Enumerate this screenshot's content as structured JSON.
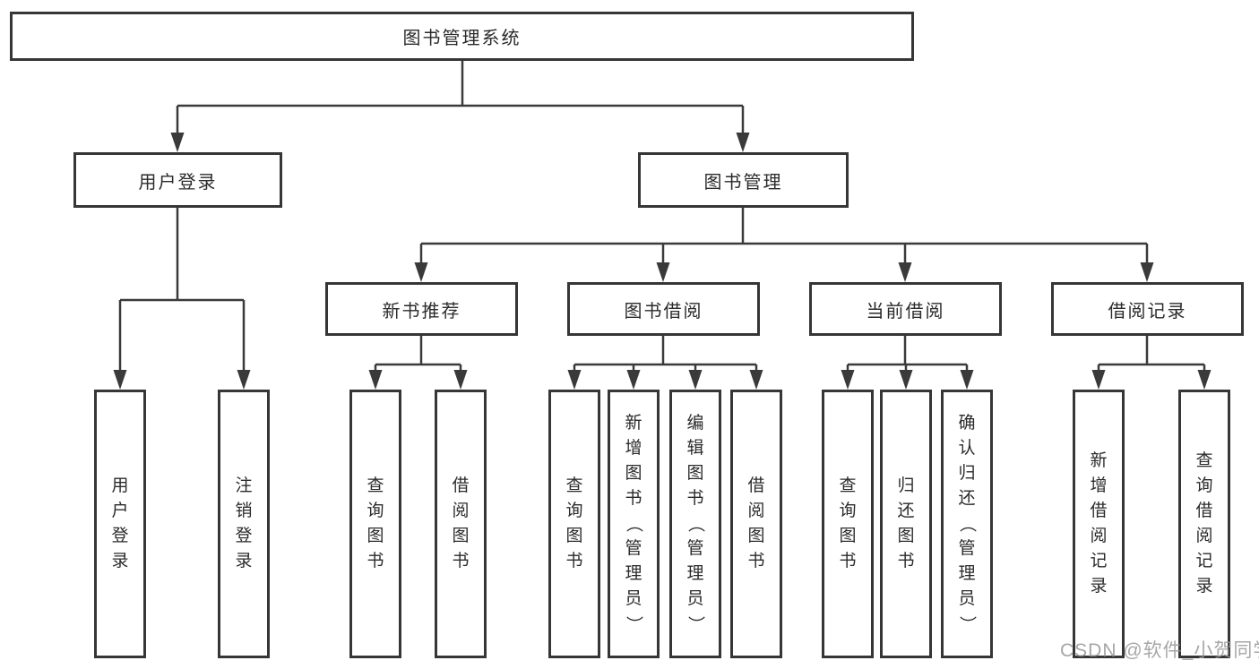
{
  "tree": {
    "root": "图书管理系统",
    "children": [
      {
        "label": "用户登录",
        "children": [
          {
            "label": "用户登录"
          },
          {
            "label": "注销登录"
          }
        ]
      },
      {
        "label": "图书管理",
        "children": [
          {
            "label": "新书推荐",
            "children": [
              {
                "label": "查询图书"
              },
              {
                "label": "借阅图书"
              }
            ]
          },
          {
            "label": "图书借阅",
            "children": [
              {
                "label": "查询图书"
              },
              {
                "label": "新增图书（管理员）"
              },
              {
                "label": "编辑图书（管理员）"
              },
              {
                "label": "借阅图书"
              }
            ]
          },
          {
            "label": "当前借阅",
            "children": [
              {
                "label": "查询图书"
              },
              {
                "label": "归还图书"
              },
              {
                "label": "确认归还（管理员）"
              }
            ]
          },
          {
            "label": "借阅记录",
            "children": [
              {
                "label": "新增借阅记录"
              },
              {
                "label": "查询借阅记录"
              }
            ]
          }
        ]
      }
    ]
  },
  "watermark": {
    "text": "CSDN @软件_小贺同学"
  },
  "colors": {
    "line": "#3a3a3a",
    "box_border": "#363636",
    "text": "#2b2b2b",
    "watermark": "#969696",
    "background": "#ffffff"
  }
}
